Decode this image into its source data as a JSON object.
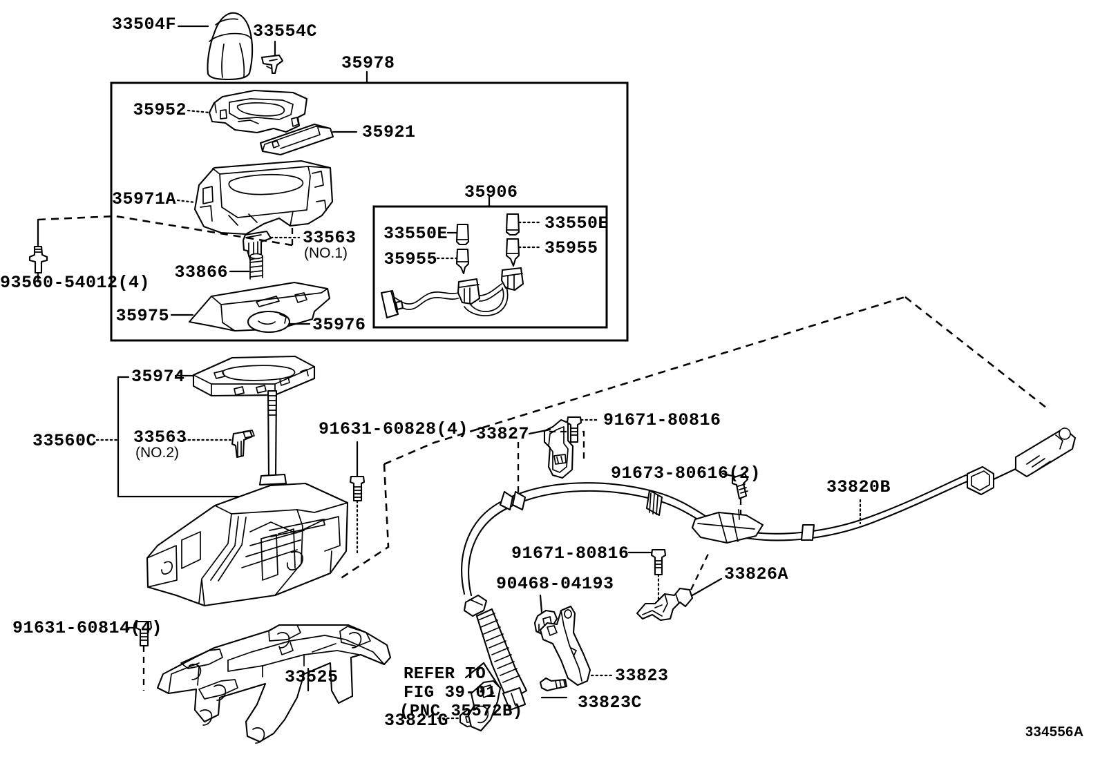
{
  "diagram": {
    "figure_code": "334556A",
    "refer_note": {
      "line1": "REFER TO",
      "line2": "FIG 39-01",
      "line3": "(PNC 35572B)"
    }
  },
  "labels": {
    "knob": "33504F",
    "knob_clip": "33554C",
    "indicator_assembly": "35978",
    "indicator_plate": "35952",
    "lens": "35921",
    "housing": "35971A",
    "spring_clip_no1": "33563",
    "spring_clip_no1_sub": "(NO.1)",
    "spring": "33866",
    "cover": "35975",
    "cover_button": "35976",
    "bolt_93560": "93560-54012(4)",
    "wire_assembly": "35906",
    "bulb_left": "33550E",
    "socket_left": "35955",
    "bulb_right": "33550E",
    "socket_right": "35955",
    "plate_35974": "35974",
    "bracket_33560c": "33560C",
    "spring_clip_no2": "33563",
    "spring_clip_no2_sub": "(NO.2)",
    "bolt_91631_60828": "91631-60828(4)",
    "bolt_91631_60814": "91631-60814(4)",
    "bracket_33525": "33525",
    "clamp_33827": "33827",
    "bolt_91671_80816_top": "91671-80816",
    "bolt_91673_80616": "91673-80616(2)",
    "cable_33820b": "33820B",
    "bolt_91671_80816_low": "91671-80816",
    "bracket_33826a": "33826A",
    "clip_90468": "90468-04193",
    "lever_33823": "33823",
    "bolt_33823c": "33823C",
    "nut_33821g": "33821G"
  },
  "colors": {
    "line": "#000000",
    "background": "#ffffff"
  }
}
